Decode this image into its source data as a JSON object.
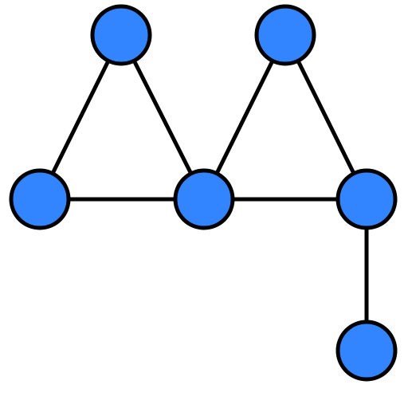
{
  "graph": {
    "colors": {
      "node_fill": "#3385ff",
      "stroke": "#000000",
      "background": "#ffffff"
    },
    "nodes": [
      {
        "id": "top-left"
      },
      {
        "id": "top-right"
      },
      {
        "id": "middle-left"
      },
      {
        "id": "middle-center"
      },
      {
        "id": "middle-right"
      },
      {
        "id": "bottom-right"
      }
    ],
    "edges": [
      [
        "middle-left",
        "top-left"
      ],
      [
        "top-left",
        "middle-center"
      ],
      [
        "middle-left",
        "middle-center"
      ],
      [
        "middle-center",
        "top-right"
      ],
      [
        "top-right",
        "middle-right"
      ],
      [
        "middle-center",
        "middle-right"
      ],
      [
        "middle-right",
        "bottom-right"
      ]
    ]
  }
}
